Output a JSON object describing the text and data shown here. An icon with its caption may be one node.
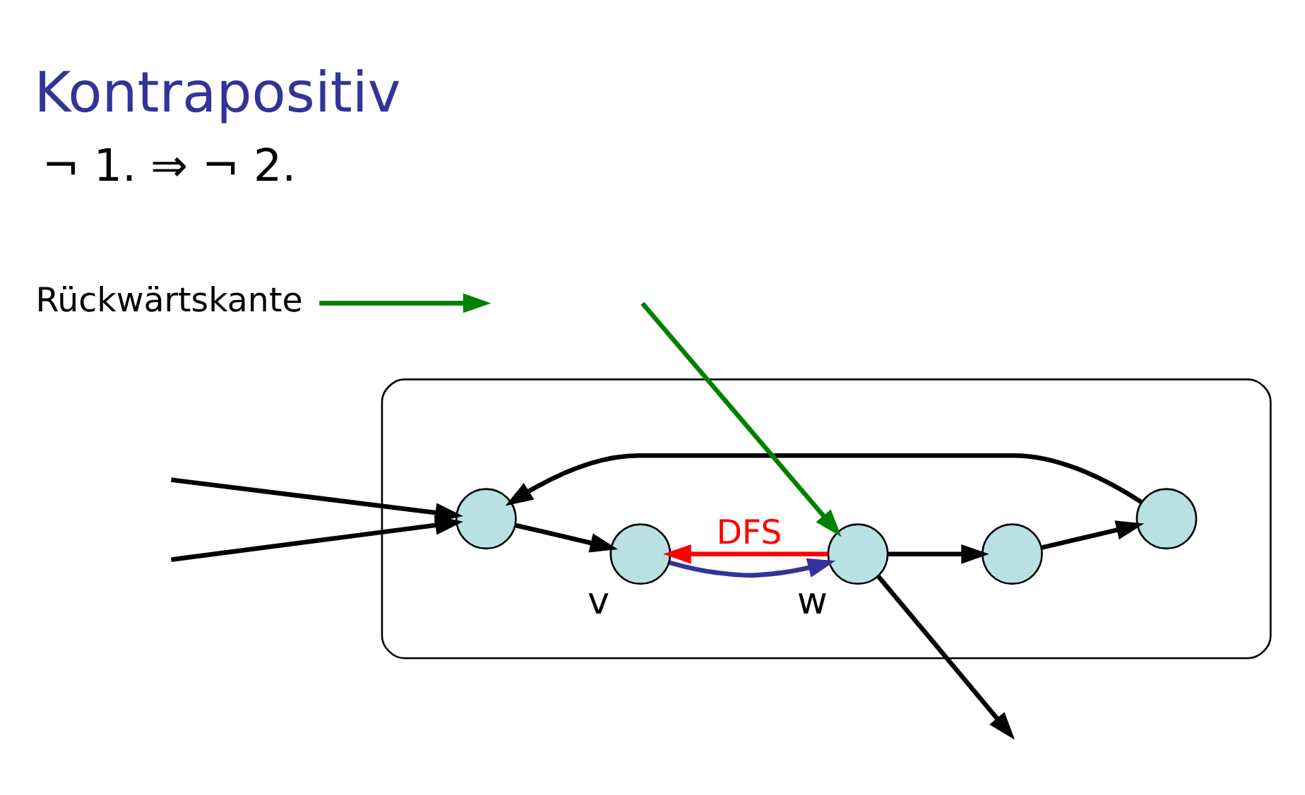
{
  "diagram": {
    "title": "Kontrapositiv",
    "nodes": [
      {
        "text": [],
        "shape": "ellipse"
      },
      {
        "text": [],
        "shape": "circle",
        "in": 0
      },
      {
        "text": [],
        "shape": "circle",
        "in": 0,
        "beside": [
          "v"
        ]
      },
      {
        "text": [],
        "shape": "circle",
        "in": 0,
        "beside": [
          "w"
        ]
      },
      {
        "text": [],
        "shape": "circle",
        "in": 0
      },
      {
        "text": [],
        "shape": "circle",
        "in": 0
      },
      {
        "text": [
          "Rückwärtskante"
        ]
      }
    ],
    "edges": [
      {
        "from": null,
        "to": 1,
        "arrow": "to"
      },
      {
        "from": null,
        "to": 1,
        "arrow": "to"
      },
      {
        "from": 1,
        "to": 2,
        "arrow": "to"
      },
      {
        "from": 2,
        "to": 3,
        "arrow": "to",
        "color": "#333399"
      },
      {
        "from": null,
        "to": 3,
        "arrow": "to",
        "color": "#008000"
      },
      {
        "from": 3,
        "to": null,
        "arrow": "to"
      },
      {
        "from": 3,
        "to": 4,
        "arrow": "to"
      },
      {
        "from": 4,
        "to": 5,
        "arrow": "to"
      },
      {
        "from": 5,
        "to": 1,
        "arrow": "to"
      },
      {
        "from": 3,
        "to": 2,
        "arrow": "to",
        "label": "DFS",
        "color": "#ff0000"
      },
      {
        "from": 6,
        "to": null,
        "arrow": "to",
        "color": "#008000"
      }
    ],
    "labels": [
      "¬ 1. ⇒ ¬ 2."
    ]
  }
}
